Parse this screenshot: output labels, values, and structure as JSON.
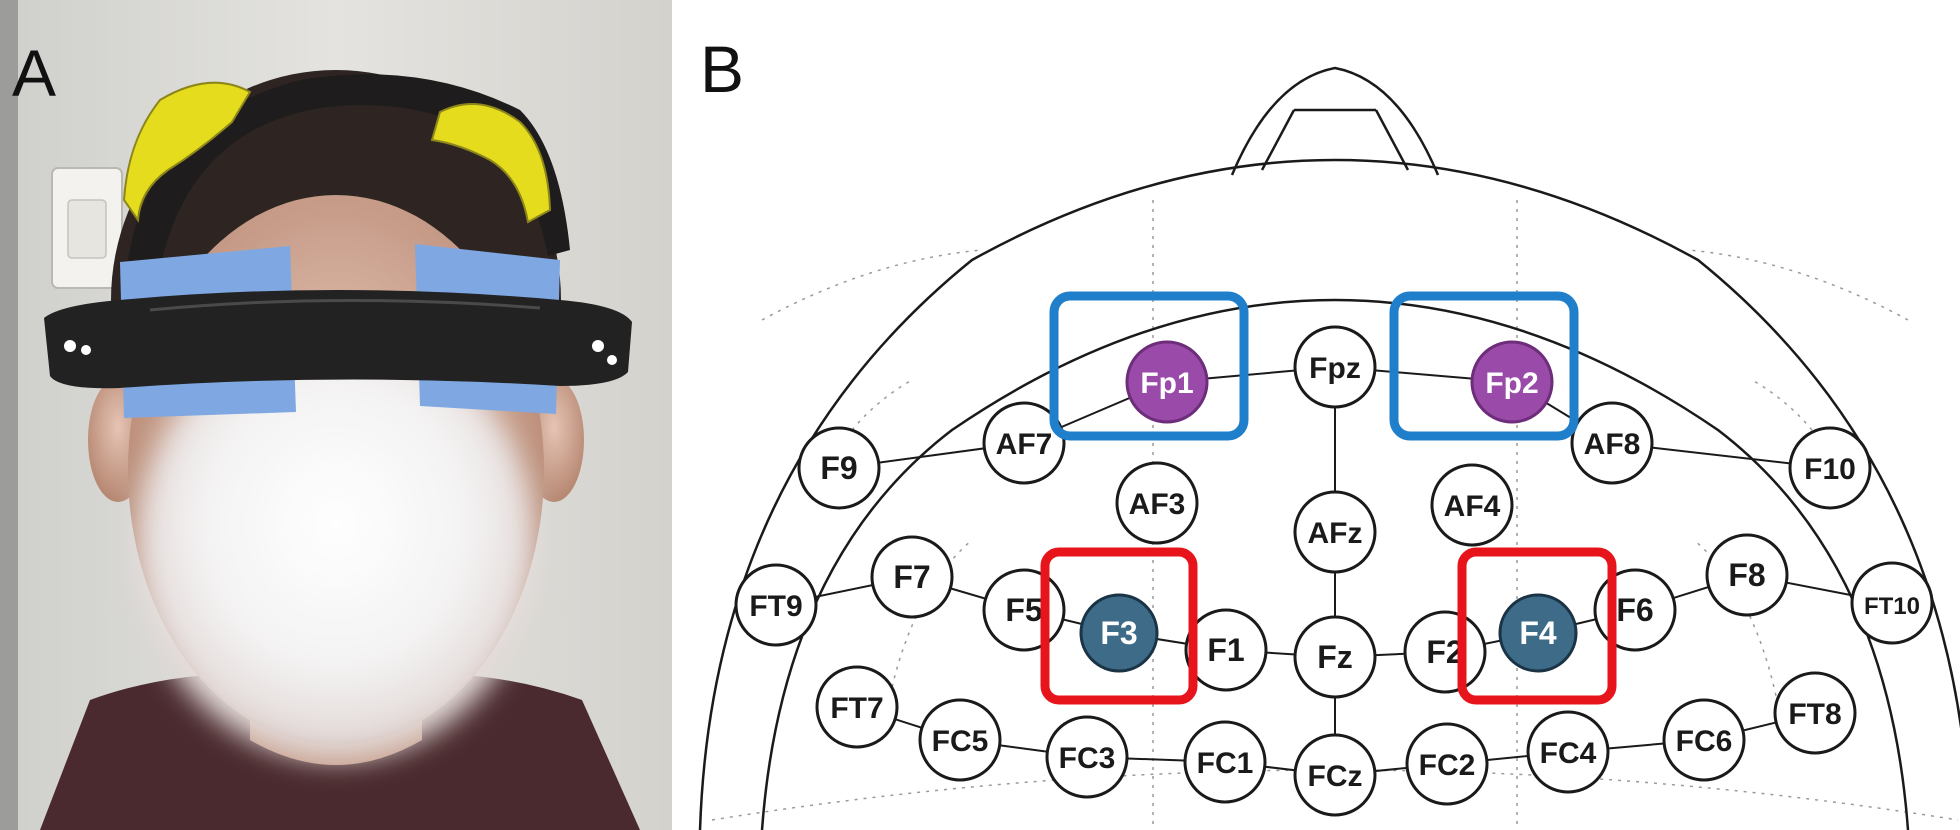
{
  "panels": {
    "a_label": "A",
    "b_label": "B"
  },
  "colors": {
    "highlight_frontopolar": "#1f7fcb",
    "highlight_frontal": "#e8141c",
    "electrode_frontopolar": "#9a4aa8",
    "electrode_frontal": "#3d6b88",
    "headband_pad": "#e5dc1e",
    "headband_sponge": "#7fa8e2",
    "headband_strap": "#222222"
  },
  "electrodes": [
    {
      "label": "Fpz",
      "kind": "normal"
    },
    {
      "label": "Fp1",
      "kind": "frontopolar"
    },
    {
      "label": "Fp2",
      "kind": "frontopolar"
    },
    {
      "label": "AF7",
      "kind": "normal"
    },
    {
      "label": "AF8",
      "kind": "normal"
    },
    {
      "label": "F9",
      "kind": "normal"
    },
    {
      "label": "F10",
      "kind": "normal"
    },
    {
      "label": "AF3",
      "kind": "normal"
    },
    {
      "label": "AF4",
      "kind": "normal"
    },
    {
      "label": "AFz",
      "kind": "normal"
    },
    {
      "label": "F7",
      "kind": "normal"
    },
    {
      "label": "F8",
      "kind": "normal"
    },
    {
      "label": "FT9",
      "kind": "normal"
    },
    {
      "label": "FT10",
      "kind": "normal"
    },
    {
      "label": "F5",
      "kind": "normal"
    },
    {
      "label": "F6",
      "kind": "normal"
    },
    {
      "label": "F3",
      "kind": "frontal"
    },
    {
      "label": "F4",
      "kind": "frontal"
    },
    {
      "label": "F1",
      "kind": "normal"
    },
    {
      "label": "F2",
      "kind": "normal"
    },
    {
      "label": "Fz",
      "kind": "normal"
    },
    {
      "label": "FT7",
      "kind": "normal"
    },
    {
      "label": "FT8",
      "kind": "normal"
    },
    {
      "label": "FC5",
      "kind": "normal"
    },
    {
      "label": "FC6",
      "kind": "normal"
    },
    {
      "label": "FC3",
      "kind": "normal"
    },
    {
      "label": "FC4",
      "kind": "normal"
    },
    {
      "label": "FC1",
      "kind": "normal"
    },
    {
      "label": "FC2",
      "kind": "normal"
    },
    {
      "label": "FCz",
      "kind": "normal"
    }
  ]
}
